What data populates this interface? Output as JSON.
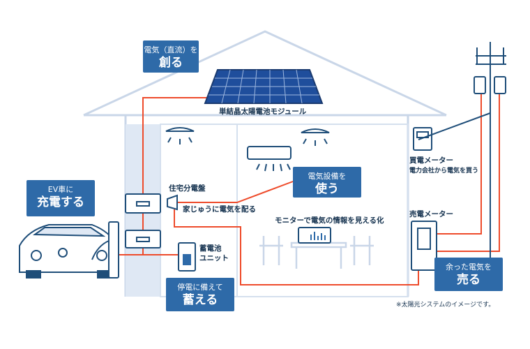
{
  "boxes": {
    "create": {
      "line1": "電気（直流）を",
      "line2": "創る"
    },
    "ev": {
      "line1": "EV車に",
      "line2": "充電する"
    },
    "use": {
      "line1": "電気設備を",
      "line2": "使う"
    },
    "store": {
      "line1": "停電に備えて",
      "line2": "蓄える"
    },
    "sell": {
      "line1": "余った電気を",
      "line2": "売る"
    }
  },
  "labels": {
    "solar_module": "単結晶太陽電池モジュール",
    "distribution_board": "住宅分電盤",
    "distribute": "家じゅうに電気を配る",
    "battery_line1": "蓄電池",
    "battery_line2": "ユニット",
    "monitor": "モニターで電気の情報を見える化",
    "buy_meter": "買電メーター",
    "buy_meter_sub": "電力会社から電気を買う",
    "sell_meter": "売電メーター"
  },
  "note": "※太陽光システムのイメージです。",
  "colors": {
    "accent_blue": "#2e6aa8",
    "line_red": "#ee4b2b",
    "outline_blue": "#1f4e79",
    "house_line": "#c9d6e8",
    "wall_fill": "#dfe8f4"
  }
}
